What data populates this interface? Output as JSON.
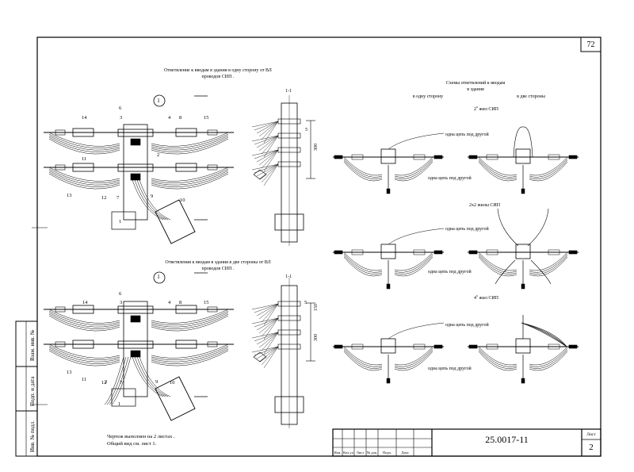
{
  "sheet": {
    "corner_number": "72",
    "doc_code": "25.0017-11",
    "sheet_label": "Лист",
    "sheet_number": "2",
    "title_cols": [
      "Изм.",
      "Кол.уч",
      "Лист",
      "№ док.",
      "Подп.",
      "Дата"
    ]
  },
  "side_stamps": [
    "Взам. инв. №",
    "Подп. и дата",
    "Инв. № подл."
  ],
  "section_one_side": {
    "title_line1": "Ответвление к вводам в здания в одну сторону от ВЛ",
    "title_line2": "проводов СИП .",
    "view_number": "1",
    "section_label": "1-1",
    "callouts": [
      "6",
      "3",
      "4",
      "8",
      "15",
      "14",
      "11",
      "2",
      "13",
      "12",
      "7",
      "9",
      "10",
      "1",
      "5"
    ],
    "dimension": "300"
  },
  "section_two_sides": {
    "title_line1": "Ответвления к вводам в здания в две стороны от ВЛ",
    "title_line2": "проводов СИП .",
    "view_number": "1",
    "section_label": "1-1",
    "callouts": [
      "6",
      "3",
      "4",
      "8",
      "15",
      "14",
      "11",
      "2",
      "13",
      "12",
      "7",
      "9",
      "10",
      "1",
      "5"
    ],
    "dimension_top": "150",
    "dimension_bottom": "300"
  },
  "schemes": {
    "title_line1": "Схемы ответвлений к вводам",
    "title_line2": "в здания",
    "col_one_side": "в одну сторону",
    "col_two_sides": "в две стороны",
    "groups": [
      {
        "title": "2",
        "title_suffix": "жил СИП",
        "upper": "одна цепь под другой",
        "lower": "одна цепь под другой"
      },
      {
        "title": "2х2 жилы СИП",
        "title_suffix": "",
        "upper": "одна цепь под другой",
        "lower": "одна цепь под другой"
      },
      {
        "title": "4",
        "title_suffix": "жил СИП",
        "upper": "одна цепь под другой",
        "lower": "одна цепь под другой"
      }
    ]
  },
  "notes": {
    "line1": "Чертеж выполнен на 2 листах .",
    "line2": "Общий вид см. лист 1."
  }
}
